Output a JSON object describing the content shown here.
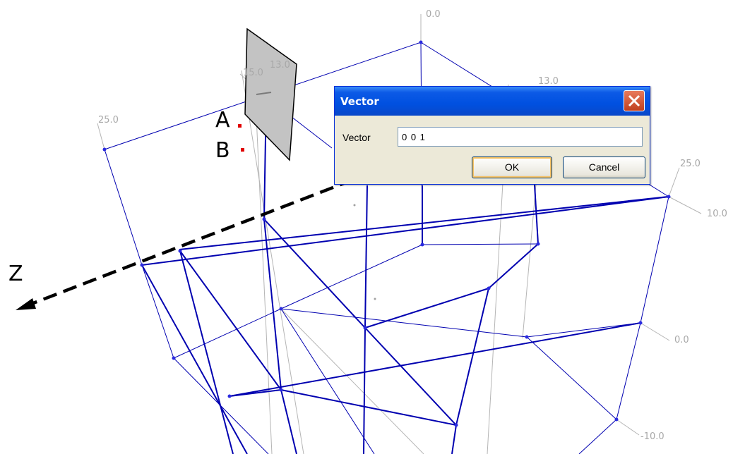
{
  "dialog": {
    "title": "Vector",
    "field_label": "Vector",
    "field_value": "0 0 1",
    "ok_label": "OK",
    "cancel_label": "Cancel"
  },
  "annotations": {
    "point_a": "A",
    "point_b": "B",
    "axis_z": "Z"
  },
  "axis_labels": {
    "top": "0.0",
    "back_right": "13.0",
    "small_left_a": "15.0",
    "small_left_b": "13.0",
    "left": "25.0",
    "right_a": "25.0",
    "right_b": "10.0",
    "right_c": "0.0",
    "right_d": "-10.0"
  },
  "colors": {
    "grid": "#0000b0",
    "guides": "#b4b4b4",
    "dialog_title": "#0050e0",
    "close_button": "#d14a2a",
    "points": "#e00000"
  }
}
